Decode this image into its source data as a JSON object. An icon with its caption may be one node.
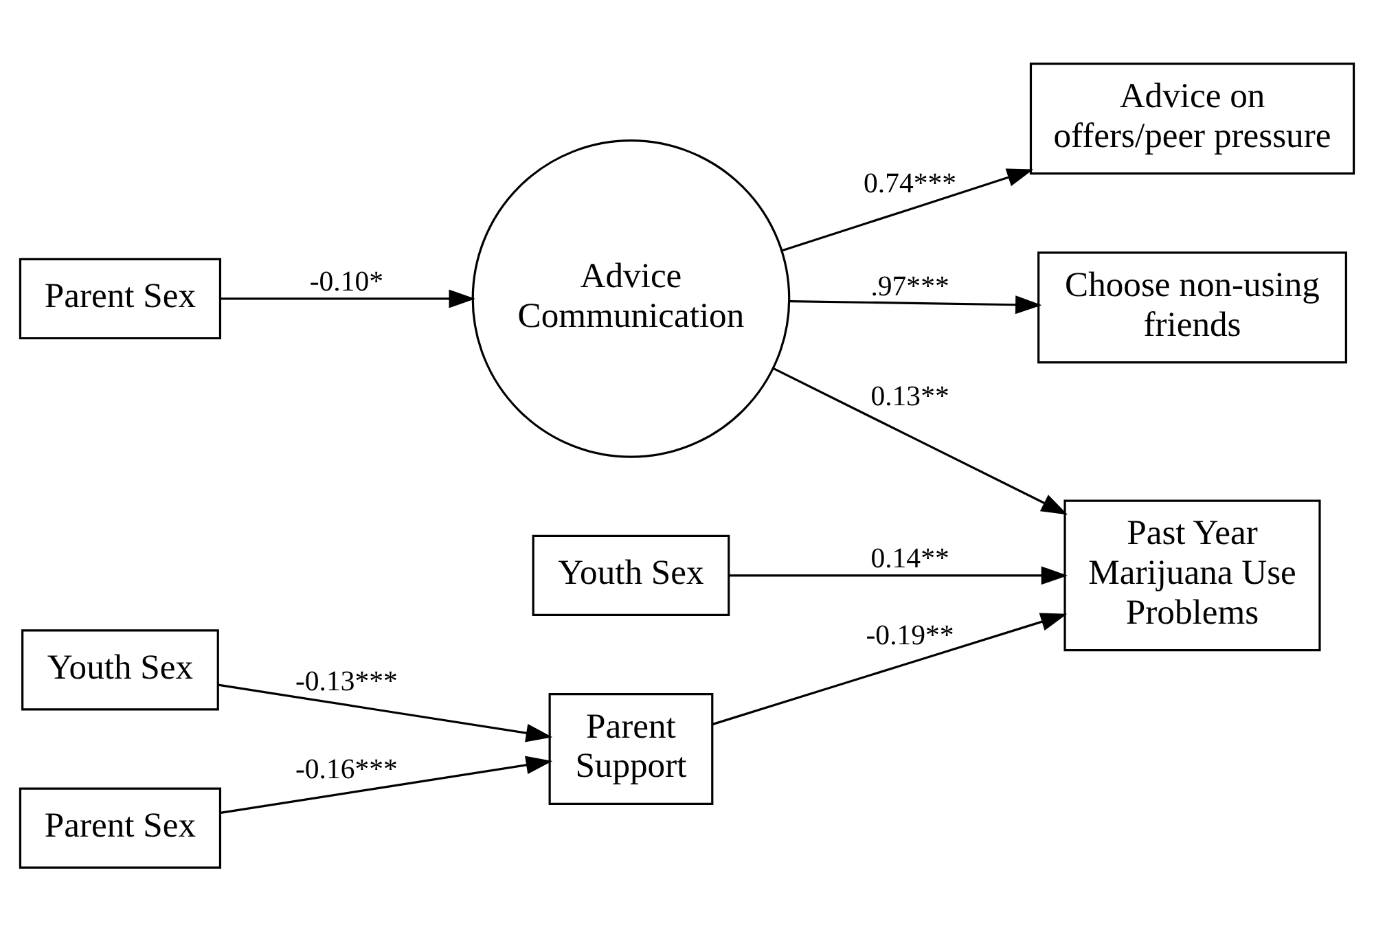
{
  "diagram": {
    "nodes": [
      {
        "text": [
          "Youth Sex"
        ]
      },
      {
        "text": [
          "Parent Sex"
        ]
      },
      {
        "text": [
          "Parent Support"
        ]
      },
      {
        "text": [
          "Youth Sex"
        ]
      },
      {
        "text": [
          "Past Year Marijuana Use Problems"
        ]
      },
      {
        "text": [
          "Advice on offers/peer pressure"
        ]
      },
      {
        "text": [
          "Advice Communication"
        ]
      },
      {
        "text": [
          "Choose non-using friends"
        ]
      },
      {
        "text": [
          "Parent Sex"
        ]
      }
    ],
    "edges": [
      {
        "from": 0,
        "to": 2,
        "arrow": "to",
        "label": "-0.13***"
      },
      {
        "from": 1,
        "to": 2,
        "arrow": "to",
        "label": "-0.16***"
      },
      {
        "from": 3,
        "to": 4,
        "arrow": "to",
        "label": "0.14**"
      },
      {
        "from": 2,
        "to": 4,
        "arrow": "to",
        "label": "-0.19**"
      },
      {
        "from": 6,
        "to": 5,
        "arrow": "to",
        "label": "0.74***"
      },
      {
        "from": 6,
        "to": 4,
        "arrow": "to",
        "label": "0.13**"
      },
      {
        "from": 6,
        "to": 7,
        "arrow": "to",
        "label": ".97***"
      },
      {
        "from": 8,
        "to": 6,
        "arrow": "to",
        "label": "-0.10*"
      }
    ]
  }
}
